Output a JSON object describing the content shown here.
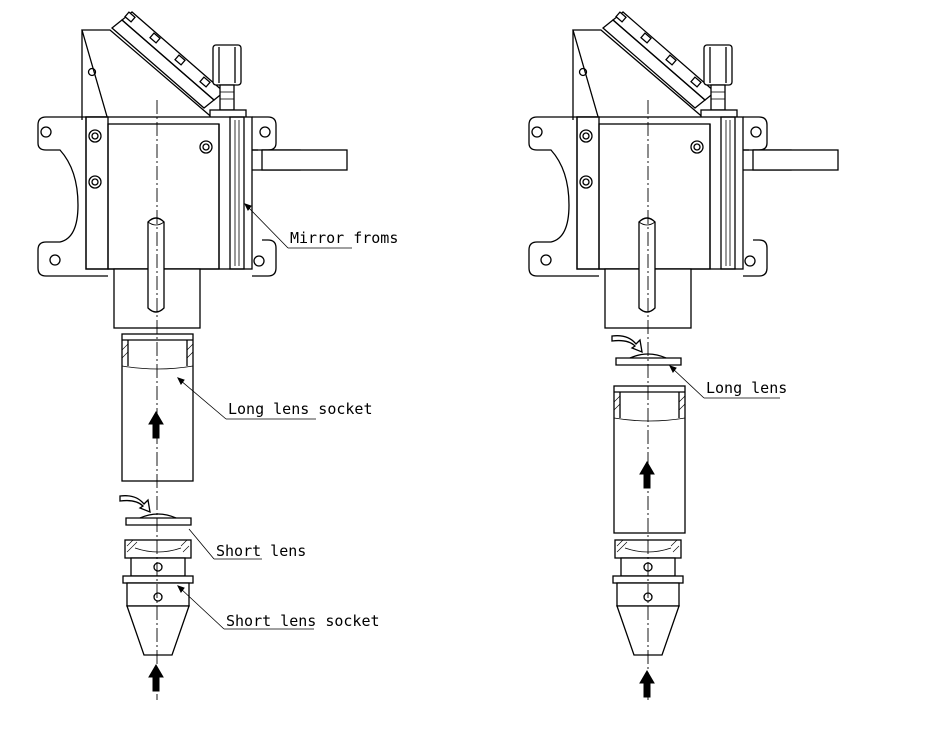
{
  "labels": {
    "mirror_frame": "Mirror froms",
    "long_lens_socket": "Long lens socket",
    "short_lens": "Short lens",
    "short_lens_socket": "Short lens socket",
    "long_lens": "Long lens"
  }
}
